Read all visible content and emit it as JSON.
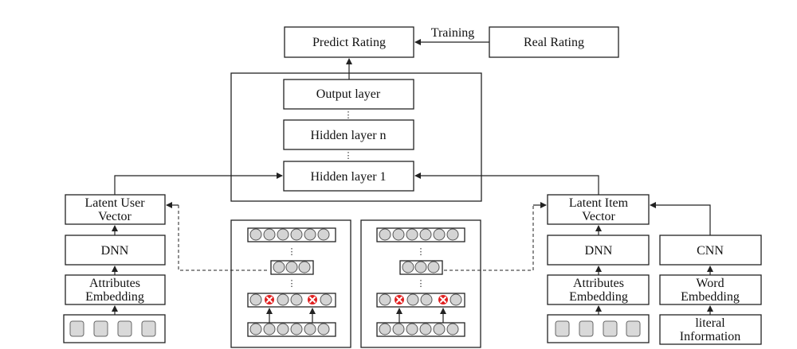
{
  "nodes": {
    "predict_rating": "Predict Rating",
    "real_rating": "Real Rating",
    "training": "Training",
    "output_layer": "Output layer",
    "hidden_layer_n": "Hidden layer n",
    "hidden_layer_1": "Hidden layer 1",
    "latent_user_vector": [
      "Latent User",
      "Vector"
    ],
    "latent_item_vector": [
      "Latent Item",
      "Vector"
    ],
    "dnn_user": "DNN",
    "dnn_item": "DNN",
    "cnn": "CNN",
    "attributes_embedding_user": [
      "Attributes",
      "Embedding"
    ],
    "attributes_embedding_item": [
      "Attributes",
      "Embedding"
    ],
    "word_embedding": [
      "Word",
      "Embedding"
    ],
    "literal_information": [
      "literal",
      "Information"
    ]
  },
  "colors": {
    "line": "#222222",
    "node_fill": "#d4d4d4",
    "dropout_mark": "#e02020"
  },
  "icons": {
    "dropout": "red-x-icon",
    "ellipsis": "vertical-dots-icon",
    "input_square": "gray-rounded-square"
  }
}
